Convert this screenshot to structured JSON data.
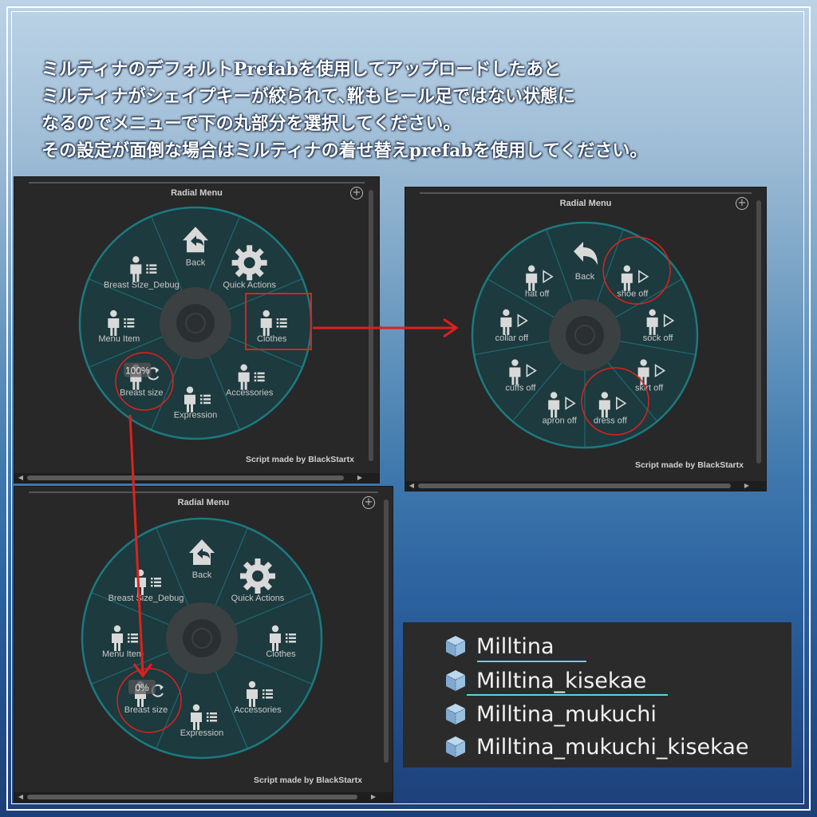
{
  "caption": {
    "lines": [
      "ミルティナのデフォルトPrefabを使用してアップロードしたあと",
      "ミルティナがシェイプキーが絞られて､靴もヒール足ではない状態に",
      "なるのでメニューで下の丸部分を選択してください。",
      "その設定が面倒な場合はミルティナの着せ替えprefabを使用してください。"
    ]
  },
  "colors": {
    "highlight": "#e0201c",
    "ring_fill": "#1d3a3e",
    "ring_stroke": "#1b7a80",
    "inner": "#3b4043",
    "center": "#2b2f31",
    "icon": "#d9d9d9",
    "label": "#c9c9c9",
    "underline": "#5ad3e6"
  },
  "menus": [
    {
      "title": "Radial Menu",
      "footer": "Script made by BlackStartx",
      "items": [
        {
          "label": "Back",
          "icon": "home-back-icon"
        },
        {
          "label": "Quick Actions",
          "icon": "gear-icon"
        },
        {
          "label": "Clothes",
          "icon": "person-list-icon"
        },
        {
          "label": "Accessories",
          "icon": "person-list-icon"
        },
        {
          "label": "Expression",
          "icon": "person-list-icon"
        },
        {
          "label": "Breast size",
          "icon": "person-refresh-icon",
          "badge": "100%"
        },
        {
          "label": "Menu Item",
          "icon": "person-list-icon"
        },
        {
          "label": "Breast Size_Debug",
          "icon": "person-list-icon"
        }
      ]
    },
    {
      "title": "Radial Menu",
      "footer": "Script made by BlackStartx",
      "items": [
        {
          "label": "Back",
          "icon": "back-arrow-icon"
        },
        {
          "label": "shoe off",
          "icon": "person-play-icon"
        },
        {
          "label": "sock off",
          "icon": "person-play-icon"
        },
        {
          "label": "skirt off",
          "icon": "person-play-icon"
        },
        {
          "label": "dress off",
          "icon": "person-play-icon"
        },
        {
          "label": "apron off",
          "icon": "person-play-icon"
        },
        {
          "label": "cuffs off",
          "icon": "person-play-icon"
        },
        {
          "label": "collar off",
          "icon": "person-play-icon"
        },
        {
          "label": "hat off",
          "icon": "person-play-icon"
        }
      ]
    },
    {
      "title": "Radial Menu",
      "footer": "Script made by BlackStartx",
      "items": [
        {
          "label": "Back",
          "icon": "home-back-icon"
        },
        {
          "label": "Quick Actions",
          "icon": "gear-icon"
        },
        {
          "label": "Clothes",
          "icon": "person-list-icon"
        },
        {
          "label": "Accessories",
          "icon": "person-list-icon"
        },
        {
          "label": "Expression",
          "icon": "person-list-icon"
        },
        {
          "label": "Breast size",
          "icon": "person-refresh-icon",
          "badge": "0%"
        },
        {
          "label": "Menu Item",
          "icon": "person-list-icon"
        },
        {
          "label": "Breast Size_Debug",
          "icon": "person-list-icon"
        }
      ]
    }
  ],
  "hierarchy": {
    "items": [
      {
        "label": "Milltina",
        "icon": "prefab-cube-icon"
      },
      {
        "label": "Milltina_kisekae",
        "icon": "prefab-cube-icon"
      },
      {
        "label": "Milltina_mukuchi",
        "icon": "prefab-cube-icon"
      },
      {
        "label": "Milltina_mukuchi_kisekae",
        "icon": "prefab-cube-icon"
      }
    ]
  }
}
